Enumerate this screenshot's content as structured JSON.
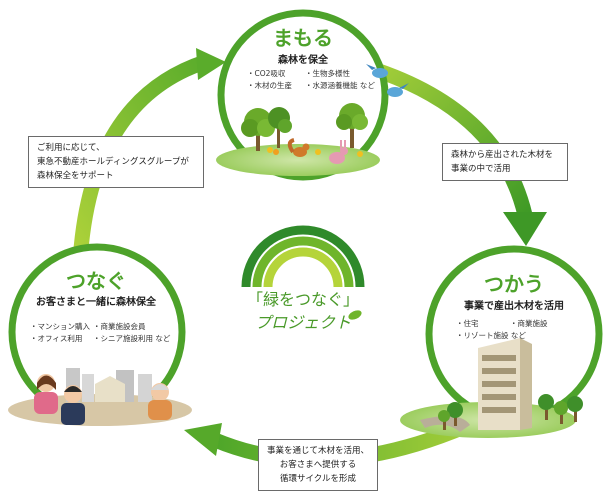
{
  "center_logo": {
    "line1": "「緑をつなぐ」",
    "line2": "プロジェクト"
  },
  "nodes": {
    "mamoru": {
      "title": "まもる",
      "subtitle": "森林を保全",
      "items": [
        "・CO2吸収",
        "・生物多様性",
        "・木材の生産",
        "・水源涵養機能 など"
      ]
    },
    "tsukau": {
      "title": "つかう",
      "subtitle": "事業で産出木材を活用",
      "items": [
        "・住宅",
        "・商業施設",
        "・リゾート施設 など"
      ]
    },
    "tsunagu": {
      "title": "つなぐ",
      "subtitle": "お客さまと一緒に森林保全",
      "items": [
        "・マンション購入",
        "・商業施設会員",
        "・オフィス利用",
        "・シニア施設利用 など"
      ]
    }
  },
  "notes": {
    "top_right": [
      "森林から産出された木材を",
      "事業の中で活用"
    ],
    "bottom": [
      "事業を通じて木材を活用、",
      "お客さまへ提供する",
      "循環サイクルを形成"
    ],
    "top_left": [
      "ご利用に応じて、",
      "東急不動産ホールディングスグループが",
      "森林保全をサポート"
    ]
  },
  "colors": {
    "arrow_green": "#6fb52b",
    "circle_green": "#4da22a",
    "title_green": "#4da22a",
    "logo_dark": "#2f8a2a",
    "logo_mid": "#6fb52b",
    "logo_light": "#b5d43a"
  }
}
